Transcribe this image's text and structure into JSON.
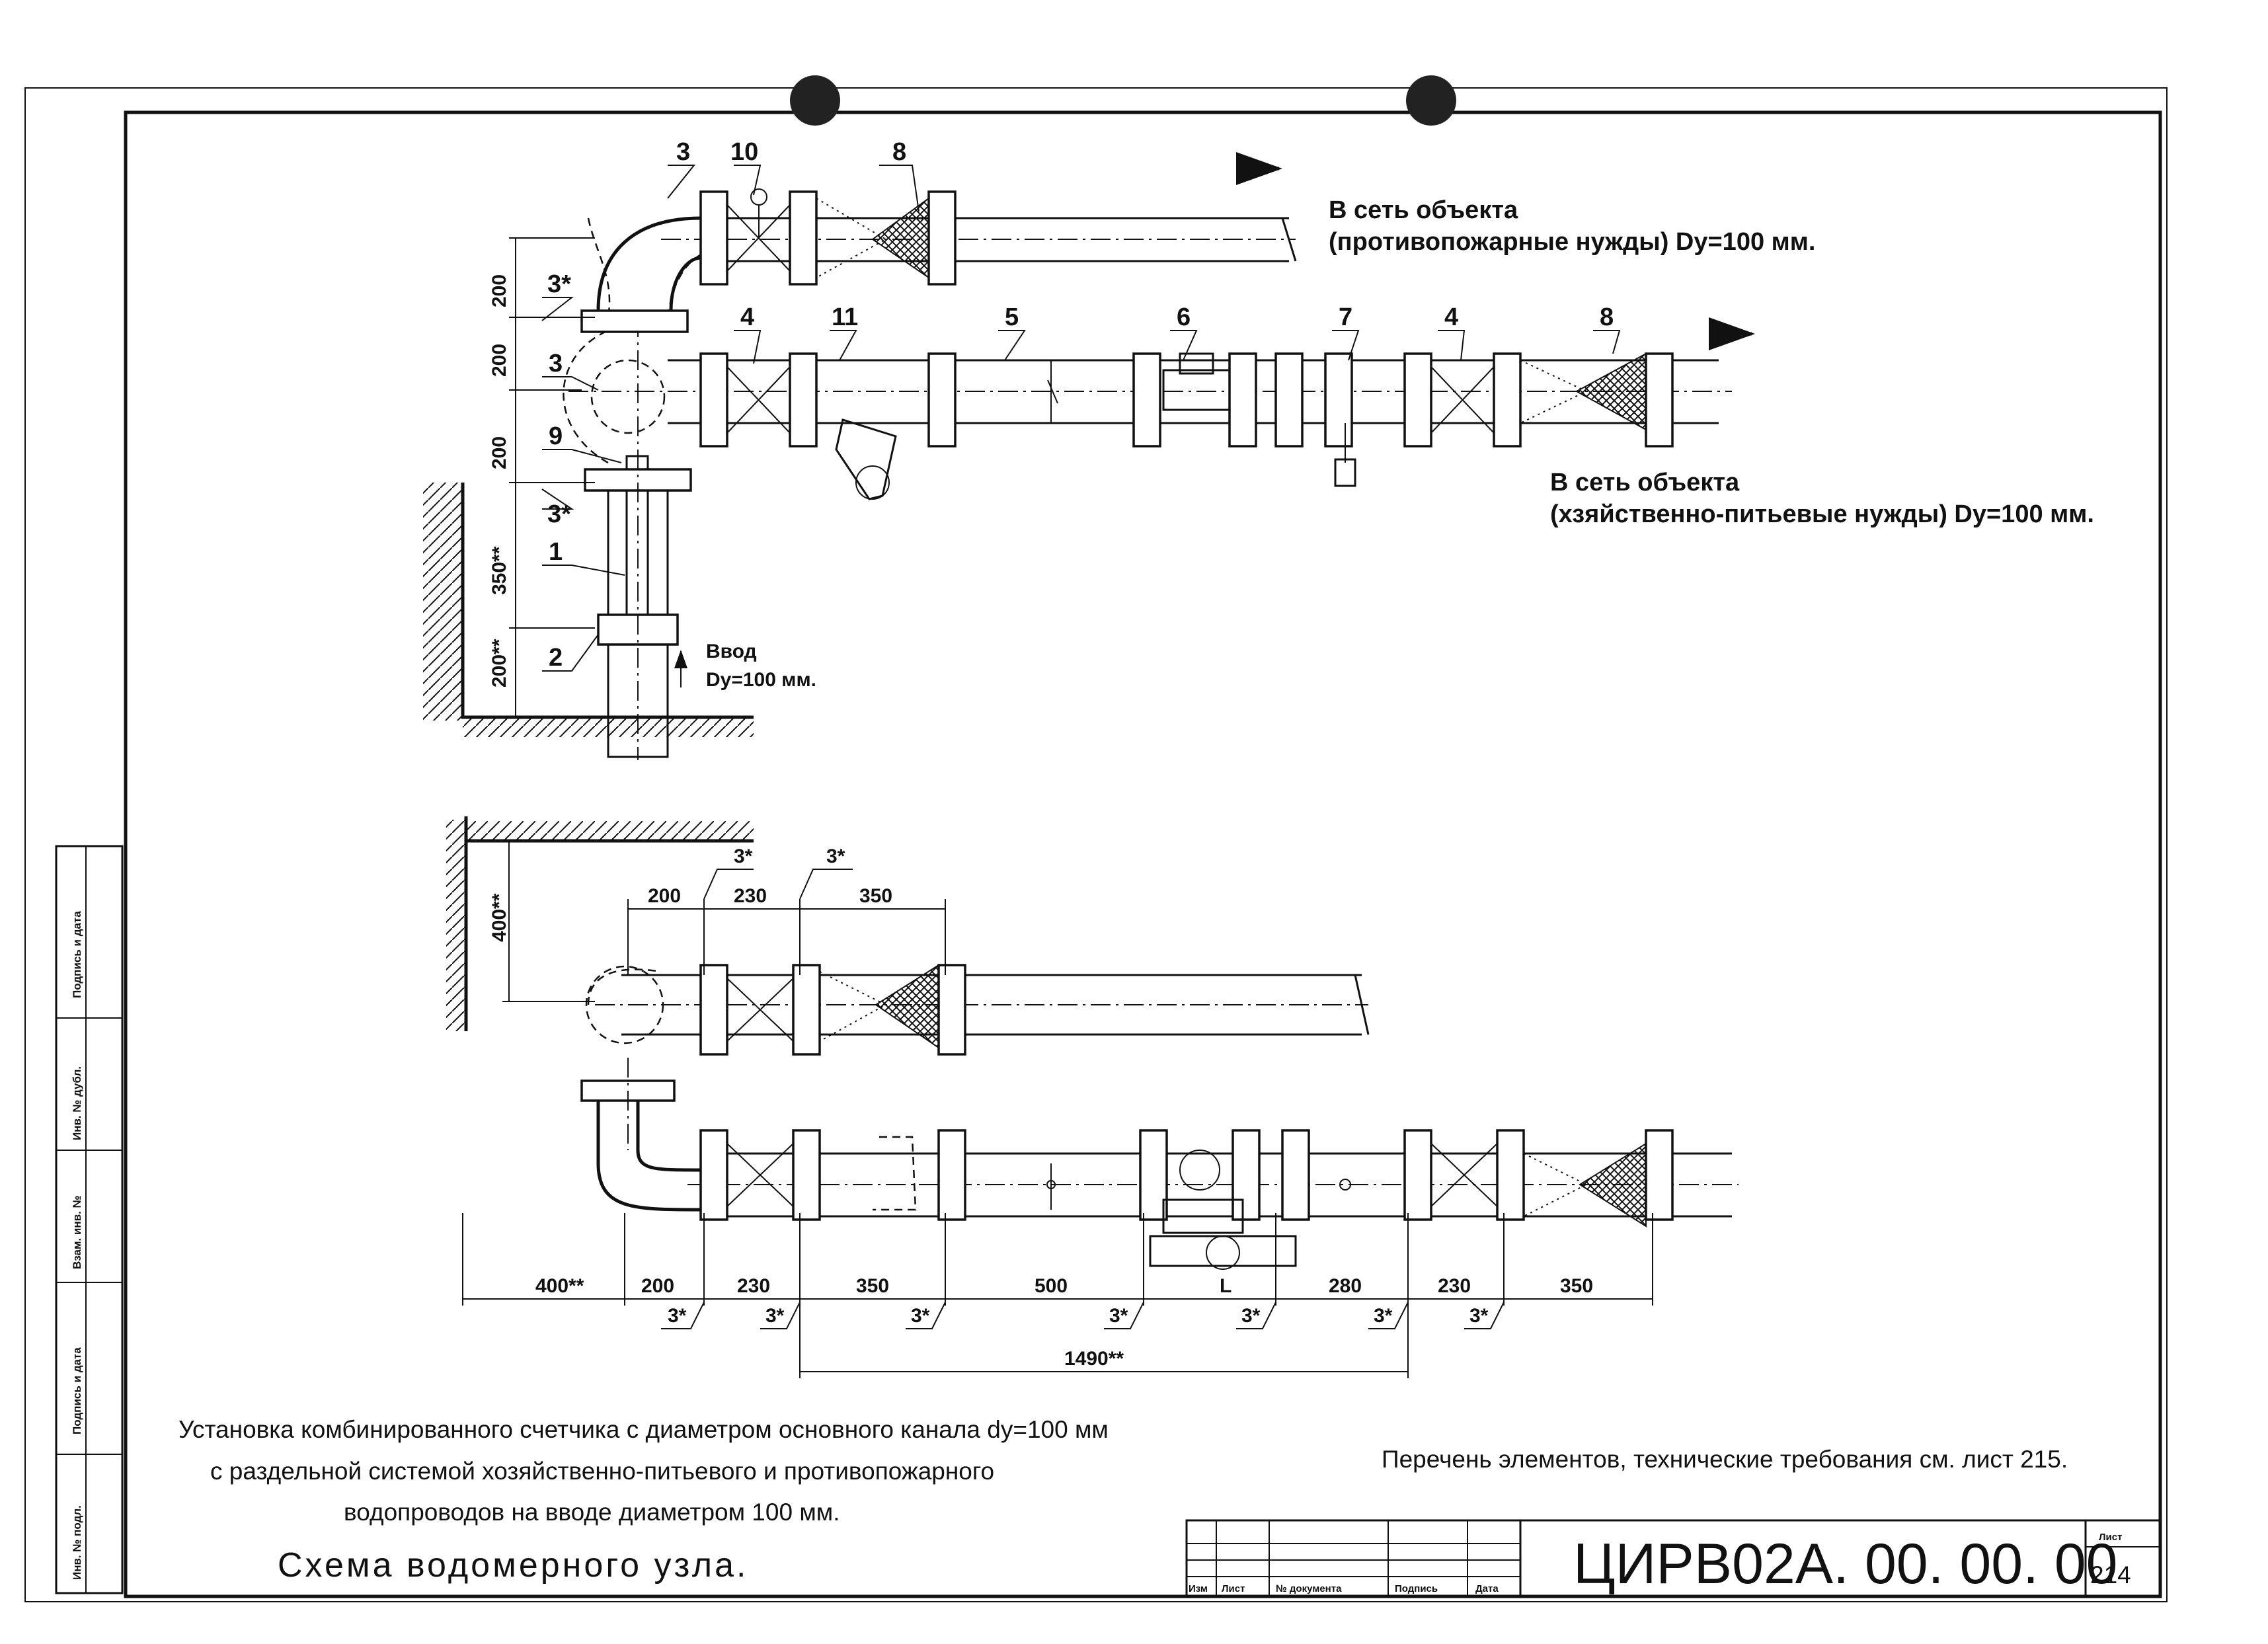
{
  "top_view": {
    "callouts": [
      "3",
      "10",
      "8",
      "3*",
      "3",
      "9",
      "3*",
      "1",
      "2",
      "4",
      "11",
      "5",
      "6",
      "7",
      "4",
      "8"
    ],
    "vertical_dims": [
      "200",
      "200",
      "200",
      "350**",
      "200**"
    ],
    "inlet_label_1": "Ввод",
    "inlet_label_2": "Dy=100 мм.",
    "outlet_fire_1": "В сеть объекта",
    "outlet_fire_2": "(противопожарные нужды) Dy=100 мм.",
    "outlet_domestic_1": "В сеть объекта",
    "outlet_domestic_2": "(хзяйственно-питьевые нужды) Dy=100 мм."
  },
  "plan_view": {
    "upper_dims": [
      "200",
      "230",
      "350"
    ],
    "upper_callouts": [
      "3*",
      "3*"
    ],
    "left_dim": "400**",
    "bottom_dims": [
      "400**",
      "200",
      "230",
      "350",
      "500",
      "L",
      "280",
      "230",
      "350"
    ],
    "bottom_callouts": [
      "3*",
      "3*",
      "3*",
      "3*",
      "3*",
      "3*",
      "3*"
    ],
    "total_dim": "1490**"
  },
  "caption": {
    "line1": "Установка комбинированного счетчика с диаметром основного канала dy=100 мм",
    "line2": "с раздельной  системой хозяйственно-питьевого и противопожарного",
    "line3": "водопроводов на вводе диаметром 100 мм.",
    "title": "Схема водомерного узла.",
    "reference": "Перечень элементов, технические требования см. лист 215."
  },
  "title_block": {
    "columns": [
      "Изм",
      "Лист",
      "№ документа",
      "Подпись",
      "Дата"
    ],
    "doc_code": "ЦИРВ02А. 00. 00. 00",
    "sheet_label": "Лист",
    "sheet_number": "214"
  },
  "side_stamp": [
    "Подпись и дата",
    "Инв. № дубл.",
    "Взам. инв. №",
    "Подпись и дата",
    "Инв. № подл."
  ]
}
